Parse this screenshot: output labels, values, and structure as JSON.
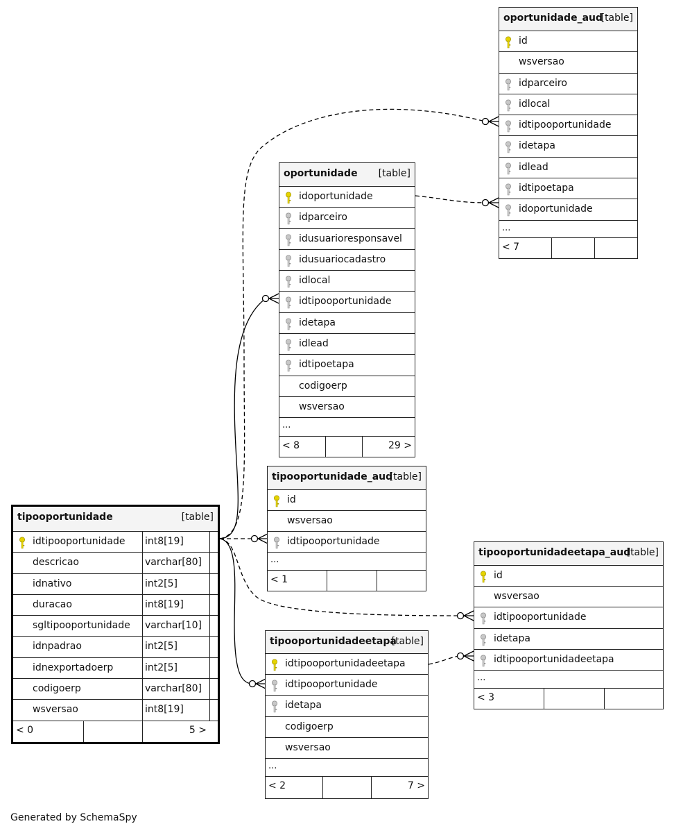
{
  "credit": "Generated by SchemaSpy",
  "tables": {
    "oportunidade_aud": {
      "name": "oportunidade_aud",
      "kind": "[table]",
      "columns": [
        {
          "name": "id",
          "key": "primary"
        },
        {
          "name": "wsversao",
          "key": "none"
        },
        {
          "name": "idparceiro",
          "key": "foreign"
        },
        {
          "name": "idlocal",
          "key": "foreign"
        },
        {
          "name": "idtipooportunidade",
          "key": "foreign"
        },
        {
          "name": "idetapa",
          "key": "foreign"
        },
        {
          "name": "idlead",
          "key": "foreign"
        },
        {
          "name": "idtipoetapa",
          "key": "foreign"
        },
        {
          "name": "idoportunidade",
          "key": "foreign"
        }
      ],
      "ellipsis": "...",
      "footer": {
        "left": "< 7",
        "right": ""
      }
    },
    "oportunidade": {
      "name": "oportunidade",
      "kind": "[table]",
      "columns": [
        {
          "name": "idoportunidade",
          "key": "primary"
        },
        {
          "name": "idparceiro",
          "key": "foreign"
        },
        {
          "name": "idusuarioresponsavel",
          "key": "foreign"
        },
        {
          "name": "idusuariocadastro",
          "key": "foreign"
        },
        {
          "name": "idlocal",
          "key": "foreign"
        },
        {
          "name": "idtipooportunidade",
          "key": "foreign"
        },
        {
          "name": "idetapa",
          "key": "foreign"
        },
        {
          "name": "idlead",
          "key": "foreign"
        },
        {
          "name": "idtipoetapa",
          "key": "foreign"
        },
        {
          "name": "codigoerp",
          "key": "none"
        },
        {
          "name": "wsversao",
          "key": "none"
        }
      ],
      "ellipsis": "...",
      "footer": {
        "left": "< 8",
        "right": "29 >"
      }
    },
    "tipooportunidade_aud": {
      "name": "tipooportunidade_aud",
      "kind": "[table]",
      "columns": [
        {
          "name": "id",
          "key": "primary"
        },
        {
          "name": "wsversao",
          "key": "none"
        },
        {
          "name": "idtipooportunidade",
          "key": "foreign"
        }
      ],
      "ellipsis": "...",
      "footer": {
        "left": "< 1",
        "right": ""
      }
    },
    "tipooportunidade": {
      "name": "tipooportunidade",
      "kind": "[table]",
      "columns": [
        {
          "name": "idtipooportunidade",
          "type": "int8[19]",
          "key": "primary"
        },
        {
          "name": "descricao",
          "type": "varchar[80]",
          "key": "none"
        },
        {
          "name": "idnativo",
          "type": "int2[5]",
          "key": "none"
        },
        {
          "name": "duracao",
          "type": "int8[19]",
          "key": "none"
        },
        {
          "name": "sgltipooportunidade",
          "type": "varchar[10]",
          "key": "none"
        },
        {
          "name": "idnpadrao",
          "type": "int2[5]",
          "key": "none"
        },
        {
          "name": "idnexportadoerp",
          "type": "int2[5]",
          "key": "none"
        },
        {
          "name": "codigoerp",
          "type": "varchar[80]",
          "key": "none"
        },
        {
          "name": "wsversao",
          "type": "int8[19]",
          "key": "none"
        }
      ],
      "footer": {
        "left": "< 0",
        "right": "5 >"
      }
    },
    "tipooportunidadeetapa_aud": {
      "name": "tipooportunidadeetapa_aud",
      "kind": "[table]",
      "columns": [
        {
          "name": "id",
          "key": "primary"
        },
        {
          "name": "wsversao",
          "key": "none"
        },
        {
          "name": "idtipooportunidade",
          "key": "foreign"
        },
        {
          "name": "idetapa",
          "key": "foreign"
        },
        {
          "name": "idtipooportunidadeetapa",
          "key": "foreign"
        }
      ],
      "ellipsis": "...",
      "footer": {
        "left": "< 3",
        "right": ""
      }
    },
    "tipooportunidadeetapa": {
      "name": "tipooportunidadeetapa",
      "kind": "[table]",
      "columns": [
        {
          "name": "idtipooportunidadeetapa",
          "key": "primary"
        },
        {
          "name": "idtipooportunidade",
          "key": "foreign"
        },
        {
          "name": "idetapa",
          "key": "foreign"
        },
        {
          "name": "codigoerp",
          "key": "none"
        },
        {
          "name": "wsversao",
          "key": "none"
        }
      ],
      "ellipsis": "...",
      "footer": {
        "left": "< 2",
        "right": "7 >"
      }
    }
  },
  "relationships": [
    {
      "from": "tipooportunidade.idtipooportunidade",
      "to": "oportunidade_aud.idtipooportunidade",
      "style": "dashed"
    },
    {
      "from": "oportunidade.idoportunidade",
      "to": "oportunidade_aud.idoportunidade",
      "style": "dashed"
    },
    {
      "from": "tipooportunidade.idtipooportunidade",
      "to": "oportunidade.idtipooportunidade",
      "style": "solid"
    },
    {
      "from": "tipooportunidade.idtipooportunidade",
      "to": "tipooportunidade_aud.idtipooportunidade",
      "style": "dashed"
    },
    {
      "from": "tipooportunidade.idtipooportunidade",
      "to": "tipooportunidadeetapa_aud.idtipooportunidade",
      "style": "dashed"
    },
    {
      "from": "tipooportunidade.idtipooportunidade",
      "to": "tipooportunidadeetapa.idtipooportunidade",
      "style": "solid"
    },
    {
      "from": "tipooportunidadeetapa.idtipooportunidadeetapa",
      "to": "tipooportunidadeetapa_aud.idtipooportunidadeetapa",
      "style": "dashed"
    }
  ]
}
